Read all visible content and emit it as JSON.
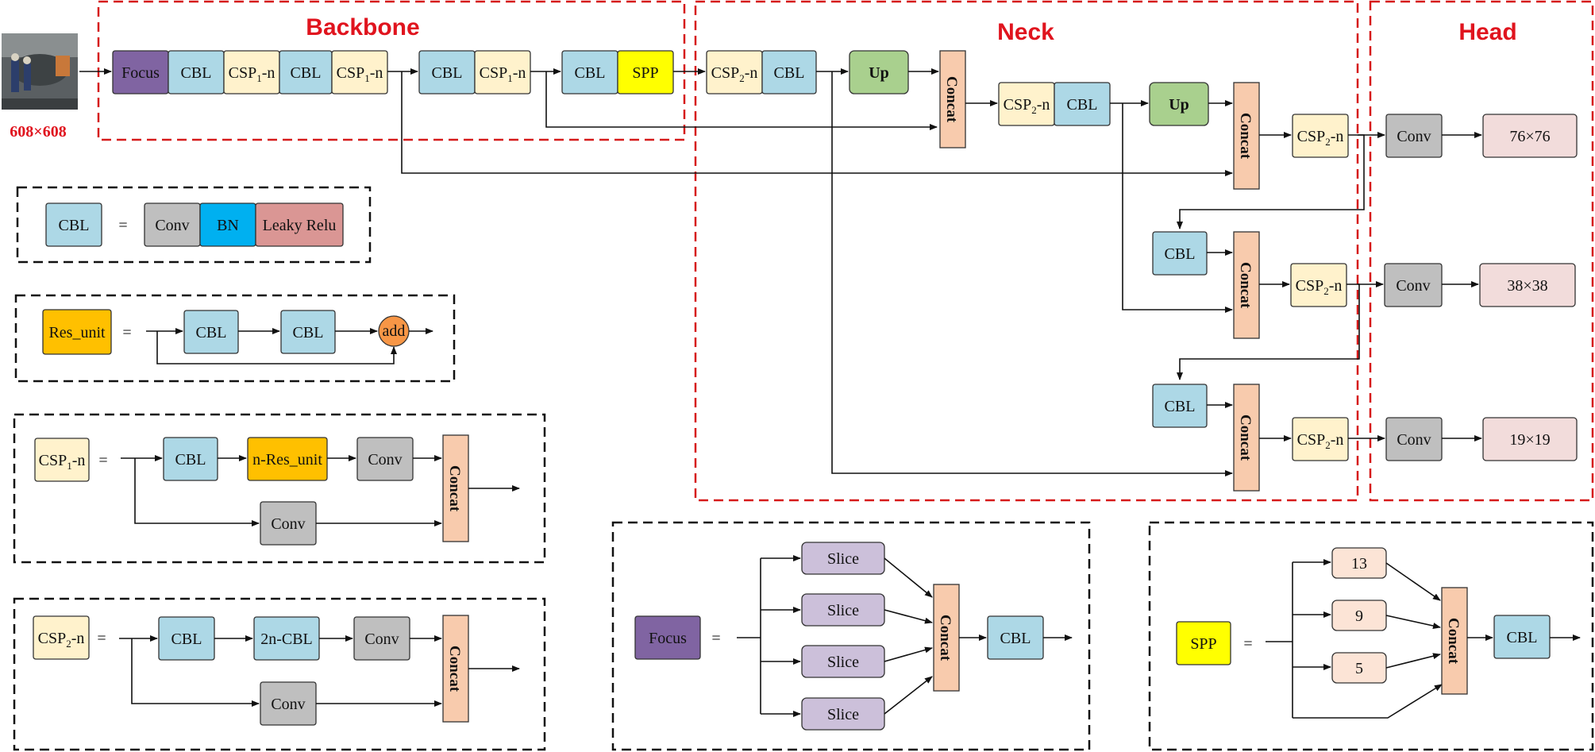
{
  "sections": {
    "backbone": "Backbone",
    "neck": "Neck",
    "head": "Head"
  },
  "input": {
    "resolution": "608×608"
  },
  "labels": {
    "focus": "Focus",
    "cbl": "CBL",
    "csp1": "CSP1-n",
    "csp1_base": "CSP",
    "csp1_sub": "1",
    "csp1_tail": "-n",
    "csp2_base": "CSP",
    "csp2_sub": "2",
    "csp2_tail": "-n",
    "spp": "SPP",
    "up": "Up",
    "concat": "Concat",
    "conv": "Conv",
    "bn": "BN",
    "leaky": "Leaky Relu",
    "res_unit": "Res_unit",
    "add": "add",
    "n_res_unit": "n-Res_unit",
    "two_n_cbl": "2n-CBL",
    "slice": "Slice",
    "equals": "=",
    "k13": "13",
    "k9": "9",
    "k5": "5"
  },
  "head_outputs": [
    "76×76",
    "38×38",
    "19×19"
  ],
  "colors": {
    "cbl": "#add8e6",
    "focus": "#8064a2",
    "csp": "#fff2cc",
    "spp": "#ffff00",
    "up": "#a9d08e",
    "concat": "#f8cbad",
    "conv": "#bfbfbf",
    "bn": "#00b0f0",
    "leaky": "#da9694",
    "res_unit": "#ffc000",
    "add": "#f79646",
    "slice": "#ccc0da",
    "head_out": "#f2dcdb",
    "pool": "#fce4d6",
    "section": "#e0141e"
  }
}
